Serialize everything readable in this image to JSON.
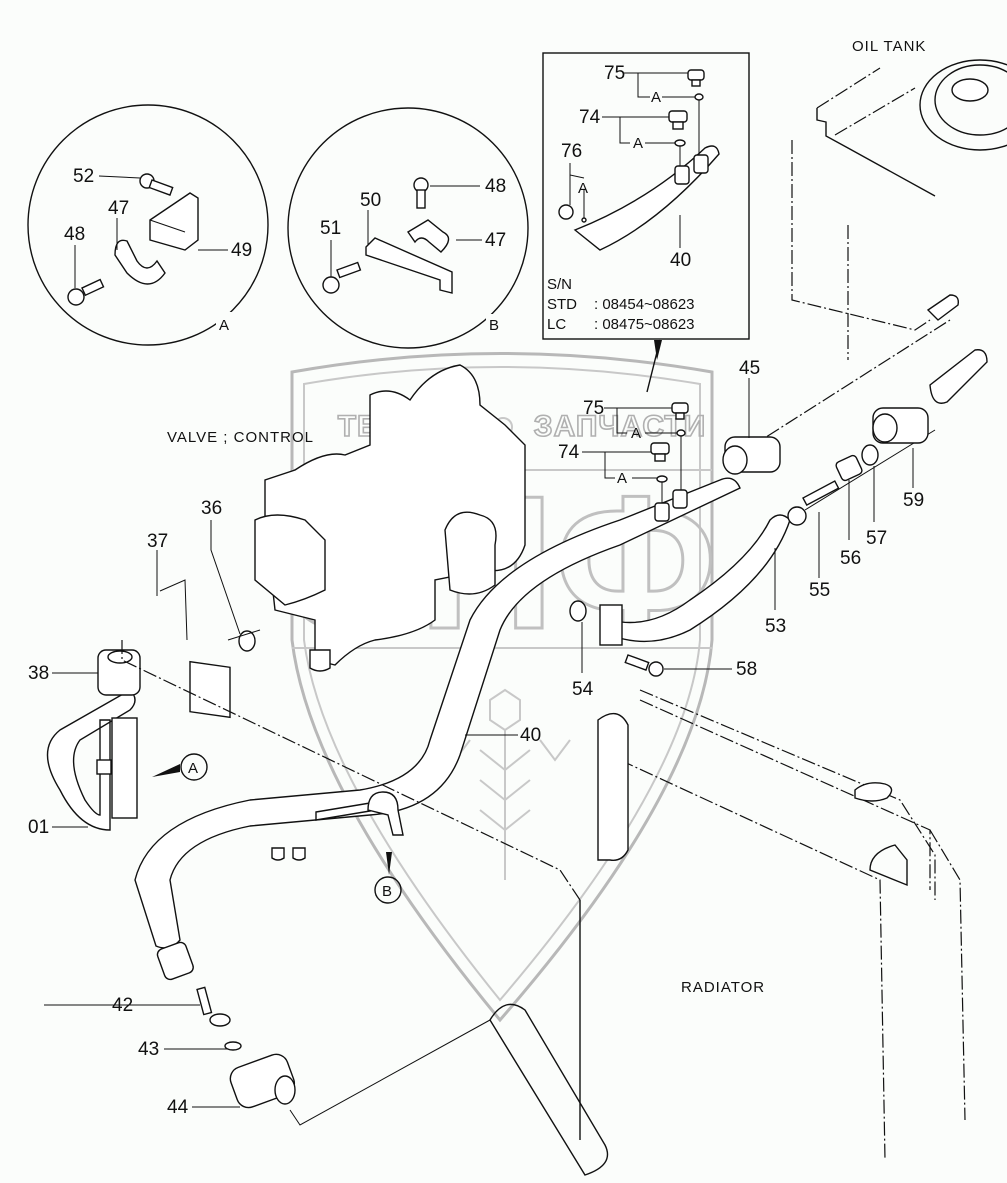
{
  "labels": {
    "oil_tank": "OIL TANK",
    "valve_control": "VALVE ; CONTROL",
    "radiator": "RADIATOR"
  },
  "watermark": {
    "left_text": "ТЕХНИКА",
    "right_text": "ЗАПЧАСТИ",
    "logo_text": "ЭПФ"
  },
  "detail_a": {
    "marker": "A",
    "callouts": {
      "c52": "52",
      "c47": "47",
      "c48": "48",
      "c49": "49"
    }
  },
  "detail_b": {
    "marker": "B",
    "callouts": {
      "c48": "48",
      "c50": "50",
      "c47": "47",
      "c51": "51"
    }
  },
  "inset": {
    "callouts": {
      "c75": "75",
      "c74": "74",
      "c76": "76",
      "c40": "40",
      "a1": "A",
      "a2": "A",
      "a3": "A"
    },
    "serial": {
      "heading": "S/N",
      "std_label": "STD",
      "std_range": ": 08454~08623",
      "lc_label": "LC",
      "lc_range": ": 08475~08623"
    }
  },
  "main_callouts": {
    "c75": "75",
    "c74": "74",
    "a1": "A",
    "a2": "A",
    "c45": "45",
    "c59": "59",
    "c55": "55",
    "c56": "56",
    "c57": "57",
    "c53": "53",
    "c58": "58",
    "c54": "54",
    "c40": "40",
    "c36": "36",
    "c37": "37",
    "c38": "38",
    "c01": "01",
    "c42": "42",
    "c43": "43",
    "c44": "44",
    "ref_a": "A",
    "ref_b": "B"
  }
}
